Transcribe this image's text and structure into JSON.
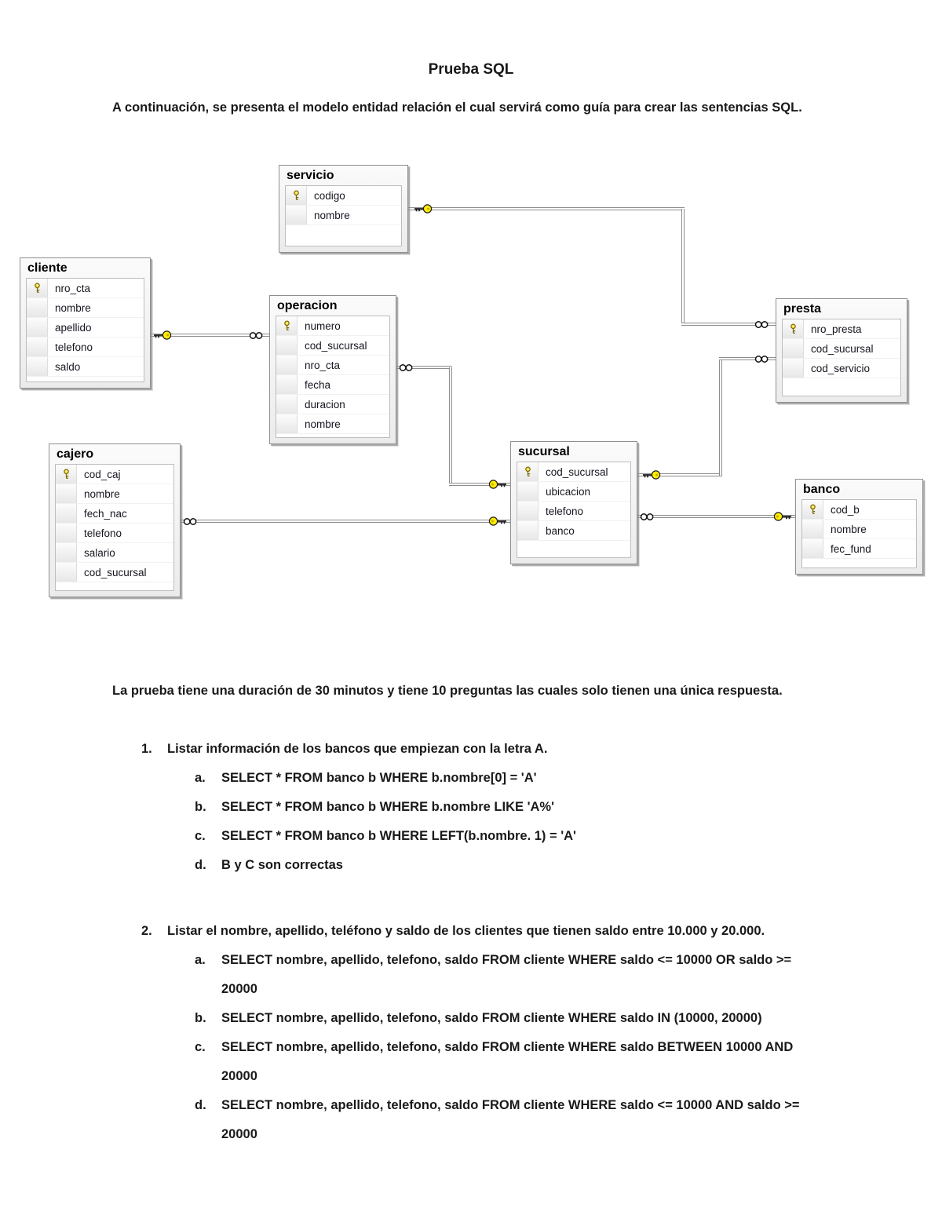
{
  "page": {
    "title": "Prueba SQL",
    "intro": "A continuación, se presenta el modelo entidad relación el cual servirá como guía para crear las sentencias SQL.",
    "note": "La prueba tiene una duración de 30 minutos y tiene 10 preguntas las cuales solo tienen una única respuesta."
  },
  "diagram": {
    "tables": [
      {
        "name": "servicio",
        "fields": [
          {
            "name": "codigo",
            "pk": true
          },
          {
            "name": "nombre",
            "pk": false
          }
        ]
      },
      {
        "name": "cliente",
        "fields": [
          {
            "name": "nro_cta",
            "pk": true
          },
          {
            "name": "nombre",
            "pk": false
          },
          {
            "name": "apellido",
            "pk": false
          },
          {
            "name": "telefono",
            "pk": false
          },
          {
            "name": "saldo",
            "pk": false
          }
        ]
      },
      {
        "name": "operacion",
        "fields": [
          {
            "name": "numero",
            "pk": true
          },
          {
            "name": "cod_sucursal",
            "pk": false
          },
          {
            "name": "nro_cta",
            "pk": false
          },
          {
            "name": "fecha",
            "pk": false
          },
          {
            "name": "duracion",
            "pk": false
          },
          {
            "name": "nombre",
            "pk": false
          }
        ]
      },
      {
        "name": "presta",
        "fields": [
          {
            "name": "nro_presta",
            "pk": true
          },
          {
            "name": "cod_sucursal",
            "pk": false
          },
          {
            "name": "cod_servicio",
            "pk": false
          }
        ]
      },
      {
        "name": "cajero",
        "fields": [
          {
            "name": "cod_caj",
            "pk": true
          },
          {
            "name": "nombre",
            "pk": false
          },
          {
            "name": "fech_nac",
            "pk": false
          },
          {
            "name": "telefono",
            "pk": false
          },
          {
            "name": "salario",
            "pk": false
          },
          {
            "name": "cod_sucursal",
            "pk": false
          }
        ]
      },
      {
        "name": "sucursal",
        "fields": [
          {
            "name": "cod_sucursal",
            "pk": true
          },
          {
            "name": "ubicacion",
            "pk": false
          },
          {
            "name": "telefono",
            "pk": false
          },
          {
            "name": "banco",
            "pk": false
          }
        ]
      },
      {
        "name": "banco",
        "fields": [
          {
            "name": "cod_b",
            "pk": true
          },
          {
            "name": "nombre",
            "pk": false
          },
          {
            "name": "fec_fund",
            "pk": false
          }
        ]
      }
    ],
    "relations": [
      {
        "one": "cliente",
        "many": "operacion"
      },
      {
        "one": "servicio",
        "many": "presta"
      },
      {
        "one": "sucursal",
        "many": "presta"
      },
      {
        "one": "sucursal",
        "many": "operacion"
      },
      {
        "one": "sucursal",
        "many": "cajero"
      },
      {
        "one": "banco",
        "many": "sucursal"
      }
    ],
    "colors": {
      "key_icon": "#ffee00",
      "line": "#8d8d8d",
      "table_border": "#8f8f8f"
    }
  },
  "questions": [
    {
      "number": "1.",
      "text": "Listar información de los bancos que empiezan con la letra A.",
      "options": [
        {
          "letter": "a.",
          "text": "SELECT * FROM banco b WHERE b.nombre[0] = 'A'"
        },
        {
          "letter": "b.",
          "text": "SELECT * FROM banco b WHERE b.nombre LIKE 'A%'"
        },
        {
          "letter": "c.",
          "text": "SELECT * FROM banco b WHERE LEFT(b.nombre. 1) = 'A'"
        },
        {
          "letter": "d.",
          "text": "B y C son correctas"
        }
      ]
    },
    {
      "number": "2.",
      "text": "Listar el nombre, apellido, teléfono y saldo de los clientes que tienen saldo entre 10.000 y 20.000.",
      "options": [
        {
          "letter": "a.",
          "text": "SELECT nombre, apellido, telefono, saldo FROM cliente WHERE saldo <= 10000 OR saldo >= 20000"
        },
        {
          "letter": "b.",
          "text": "SELECT nombre, apellido, telefono, saldo FROM cliente WHERE saldo IN (10000, 20000)"
        },
        {
          "letter": "c.",
          "text": "SELECT nombre, apellido, telefono, saldo FROM cliente WHERE saldo BETWEEN 10000 AND 20000"
        },
        {
          "letter": "d.",
          "text": "SELECT nombre, apellido, telefono, saldo FROM cliente WHERE saldo <= 10000 AND saldo >= 20000"
        }
      ]
    }
  ]
}
